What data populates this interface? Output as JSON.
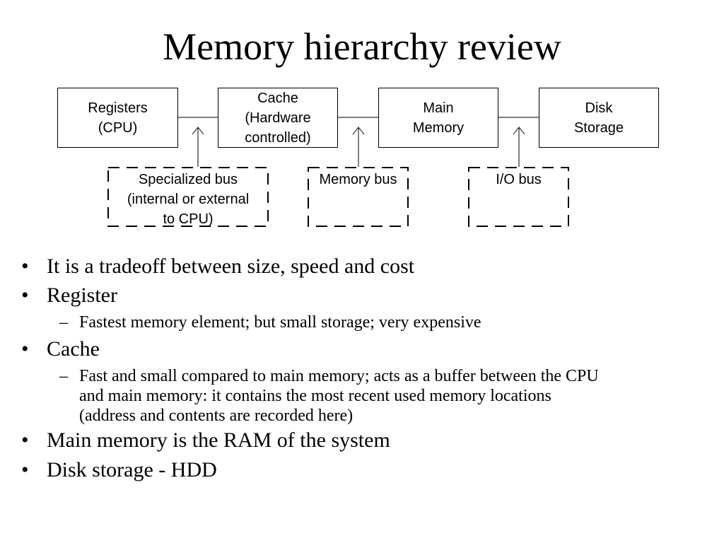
{
  "title": "Memory hierarchy review",
  "diagram": {
    "components": [
      {
        "id": "registers",
        "label": "Registers\n(CPU)"
      },
      {
        "id": "cache",
        "label": "Cache\n(Hardware\ncontrolled)"
      },
      {
        "id": "main-memory",
        "label": "Main\nMemory"
      },
      {
        "id": "disk-storage",
        "label": "Disk\nStorage"
      }
    ],
    "buses": [
      {
        "id": "specialized-bus",
        "label": "Specialized bus\n(internal or external\nto CPU)",
        "connects": [
          "registers",
          "cache"
        ]
      },
      {
        "id": "memory-bus",
        "label": "Memory bus",
        "connects": [
          "cache",
          "main-memory"
        ]
      },
      {
        "id": "io-bus",
        "label": "I/O bus",
        "connects": [
          "main-memory",
          "disk-storage"
        ]
      }
    ]
  },
  "bullets": [
    {
      "text": "It is a tradeoff between size, speed and cost",
      "sub": []
    },
    {
      "text": "Register",
      "sub": [
        "Fastest memory element; but small storage; very expensive"
      ]
    },
    {
      "text": "Cache",
      "sub": [
        "Fast and small compared to main memory; acts as a buffer between the CPU\nand main memory: it contains the most recent used memory locations\n(address and contents are recorded here)"
      ]
    },
    {
      "text": "Main memory is the RAM of the system",
      "sub": []
    },
    {
      "text": "Disk storage - HDD",
      "sub": []
    }
  ],
  "markers": {
    "bullet": "•",
    "dash": "–"
  }
}
